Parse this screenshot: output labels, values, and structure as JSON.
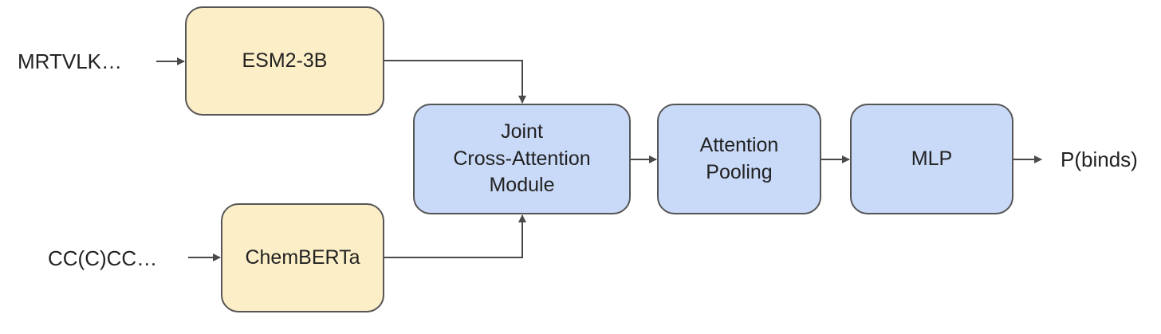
{
  "inputs": {
    "protein_sequence": "MRTVLK…",
    "smiles_string": "CC(C)CC…"
  },
  "blocks": {
    "protein_encoder": "ESM2-3B",
    "ligand_encoder": "ChemBERTa",
    "cross_attention": "Joint\nCross-Attention\nModule",
    "pooling": "Attention\nPooling",
    "head": "MLP"
  },
  "output": "P(binds)",
  "colors": {
    "encoder_fill": "#fcefc7",
    "fusion_fill": "#c9daf8",
    "stroke": "#555555",
    "arrow": "#4a4a4a",
    "text": "#222222"
  }
}
